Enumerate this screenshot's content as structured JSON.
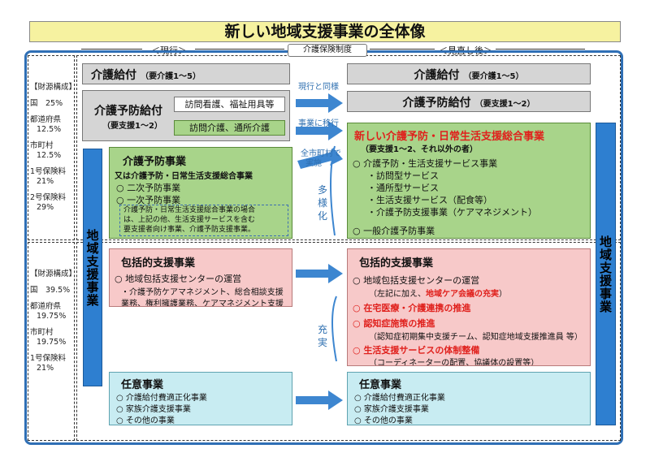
{
  "title": "新しい地域支援事業の全体像",
  "header": {
    "current": "＜現行＞",
    "system": "介護保険制度",
    "after": "＜見直し後＞"
  },
  "funding_top": {
    "heading": "【財源構成】",
    "lines": [
      "国　25%",
      "都道府県",
      "12.5%",
      "市町村",
      "12.5%",
      "1号保険料",
      "21%",
      "2号保険料",
      "29%"
    ]
  },
  "funding_bottom": {
    "heading": "【財源構成】",
    "lines": [
      "国　39.5%",
      "都道府県",
      "19.75%",
      "市町村",
      "19.75%",
      "1号保険料",
      "21%"
    ]
  },
  "left": {
    "kaigo_kyufu": {
      "title": "介護給付",
      "sub": "（要介護1～5）"
    },
    "yobou_kyufu": {
      "title": "介護予防給付",
      "sub": "（要支援1～2）",
      "item1": "訪問看護、福祉用具等",
      "item2": "訪問介護、通所介護"
    },
    "chiiki_label": "地域支援事業",
    "yobou_jigyou": {
      "title": "介護予防事業",
      "sub": "又は介護予防・日常生活支援総合事業",
      "item1": "○ 二次予防事業",
      "item2": "○ 一次予防事業",
      "note1": "介護予防・日常生活支援総合事業の場合",
      "note2": "は、上記の他、生活支援サービスを含む",
      "note3": "要支援者向け事業、介護予防支援事業。"
    },
    "houkatsu": {
      "title": "包括的支援事業",
      "item1": "○ 地域包括支援センターの運営",
      "item2": "・介護予防ケアマネジメント、総合相談支援",
      "item3": "業務、権利擁護業務、ケアマネジメント支援"
    },
    "nini": {
      "title": "任意事業",
      "item1": "○ 介護給付費適正化事業",
      "item2": "○ 家族介護支援事業",
      "item3": "○ その他の事業"
    }
  },
  "arrows": {
    "same": "現行と同様",
    "transfer": "事業に移行",
    "municipal1": "全市町村で",
    "municipal2": "実施",
    "diverse": "多様化",
    "enhance": "充実"
  },
  "right": {
    "kaigo_kyufu": {
      "title": "介護給付",
      "sub": "（要介護1～5）"
    },
    "yobou_kyufu": {
      "title": "介護予防給付",
      "sub": "（要支援1～2）"
    },
    "sougou": {
      "title": "新しい介護予防・日常生活支援総合事業",
      "sub": "（要支援1～2、それ以外の者）",
      "item1": "○ 介護予防・生活支援サービス事業",
      "sub1": "・訪問型サービス",
      "sub2": "・通所型サービス",
      "sub3": "・生活支援サービス（配食等）",
      "sub4": "・介護予防支援事業（ケアマネジメント）",
      "item2": "○ 一般介護予防事業"
    },
    "houkatsu": {
      "title": "包括的支援事業",
      "item1": "○ 地域包括支援センターの運営",
      "item1_note_pre": "（左記に加え、",
      "item1_note_red": "地域ケア会議の充実",
      "item1_note_post": "）",
      "item2": "○ 在宅医療・介護連携の推進",
      "item3": "○ 認知症施策の推進",
      "item3_note": "（認知症初期集中支援チーム、認知症地域支援推進員 等）",
      "item4": "○ 生活支援サービスの体制整備",
      "item4_note": "（コーディネーターの配置、協議体の設置等）"
    },
    "nini": {
      "title": "任意事業",
      "item1": "○ 介護給付費適正化事業",
      "item2": "○ 家族介護支援事業",
      "item3": "○ その他の事業"
    },
    "chiiki_label": "地域支援事業"
  },
  "colors": {
    "title_bg": "#f6f2a0",
    "frame_blue": "#2f6fb5",
    "green": "#a8d48a",
    "pink": "#f7c9c9",
    "cyan": "#c8ecf2",
    "gray": "#d5d5d5",
    "accent_red": "#e0201c",
    "arrow_blue": "#3d86d0"
  }
}
